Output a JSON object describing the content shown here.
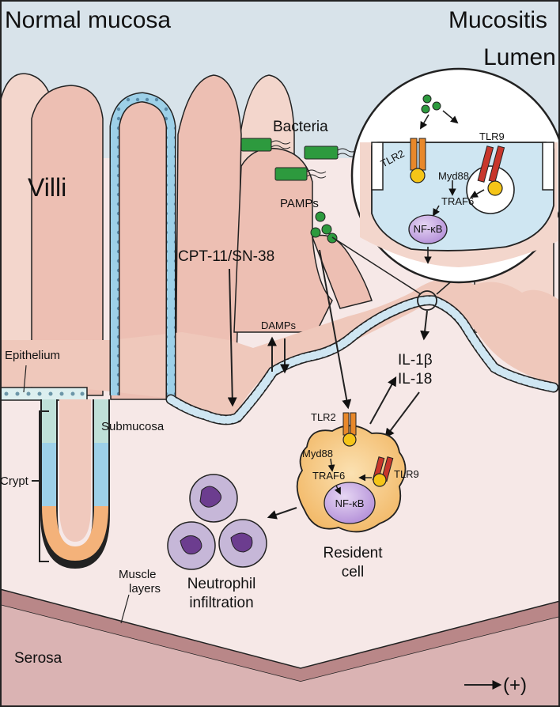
{
  "headers": {
    "normal": "Normal mucosa",
    "mucositis": "Mucositis",
    "lumen": "Lumen"
  },
  "labels": {
    "villi": "Villi",
    "epithelium": "Epithelium",
    "submucosa": "Submucosa",
    "crypt": "Crypt",
    "muscle_line1": "Muscle",
    "muscle_line2": "layers",
    "serosa": "Serosa",
    "drug": "CPT-11/SN-38",
    "damps": "DAMPs",
    "bacteria": "Bacteria",
    "pamps": "PAMPs",
    "il1b": "IL-1β",
    "il18": "IL-18",
    "neutrophil_line1": "Neutrophil",
    "neutrophil_line2": "infiltration",
    "resident_line1": "Resident",
    "resident_line2": "cell",
    "scale": "(+)"
  },
  "inset": {
    "tlr2": "TLR2",
    "tlr9": "TLR9",
    "myd88": "Myd88",
    "traf6": "TRAF6",
    "nfkb": "NF-κB"
  },
  "cell": {
    "tlr2": "TLR2",
    "tlr9": "TLR9",
    "myd88": "Myd88",
    "traf6": "TRAF6",
    "nfkb": "NF-κB"
  },
  "colors": {
    "background": "#f6e8e7",
    "lumen_sky": "#d8e3ea",
    "villus_pink": "#edbfb3",
    "villus_light": "#f3d6cc",
    "epithelium_blue": "#9dd0e8",
    "crypt_orange": "#f4b27a",
    "muscle": "#b98788",
    "serosa": "#dab3b3",
    "bacteria_green": "#2d9a3e",
    "tlr2_orange": "#e8882a",
    "tlr9_red": "#c8362b",
    "myd88_yellow": "#f5c518",
    "nfkb_purple": "#a98bd6",
    "resident_cell": "#f7c983",
    "neutrophil": "#c6b7d8"
  }
}
